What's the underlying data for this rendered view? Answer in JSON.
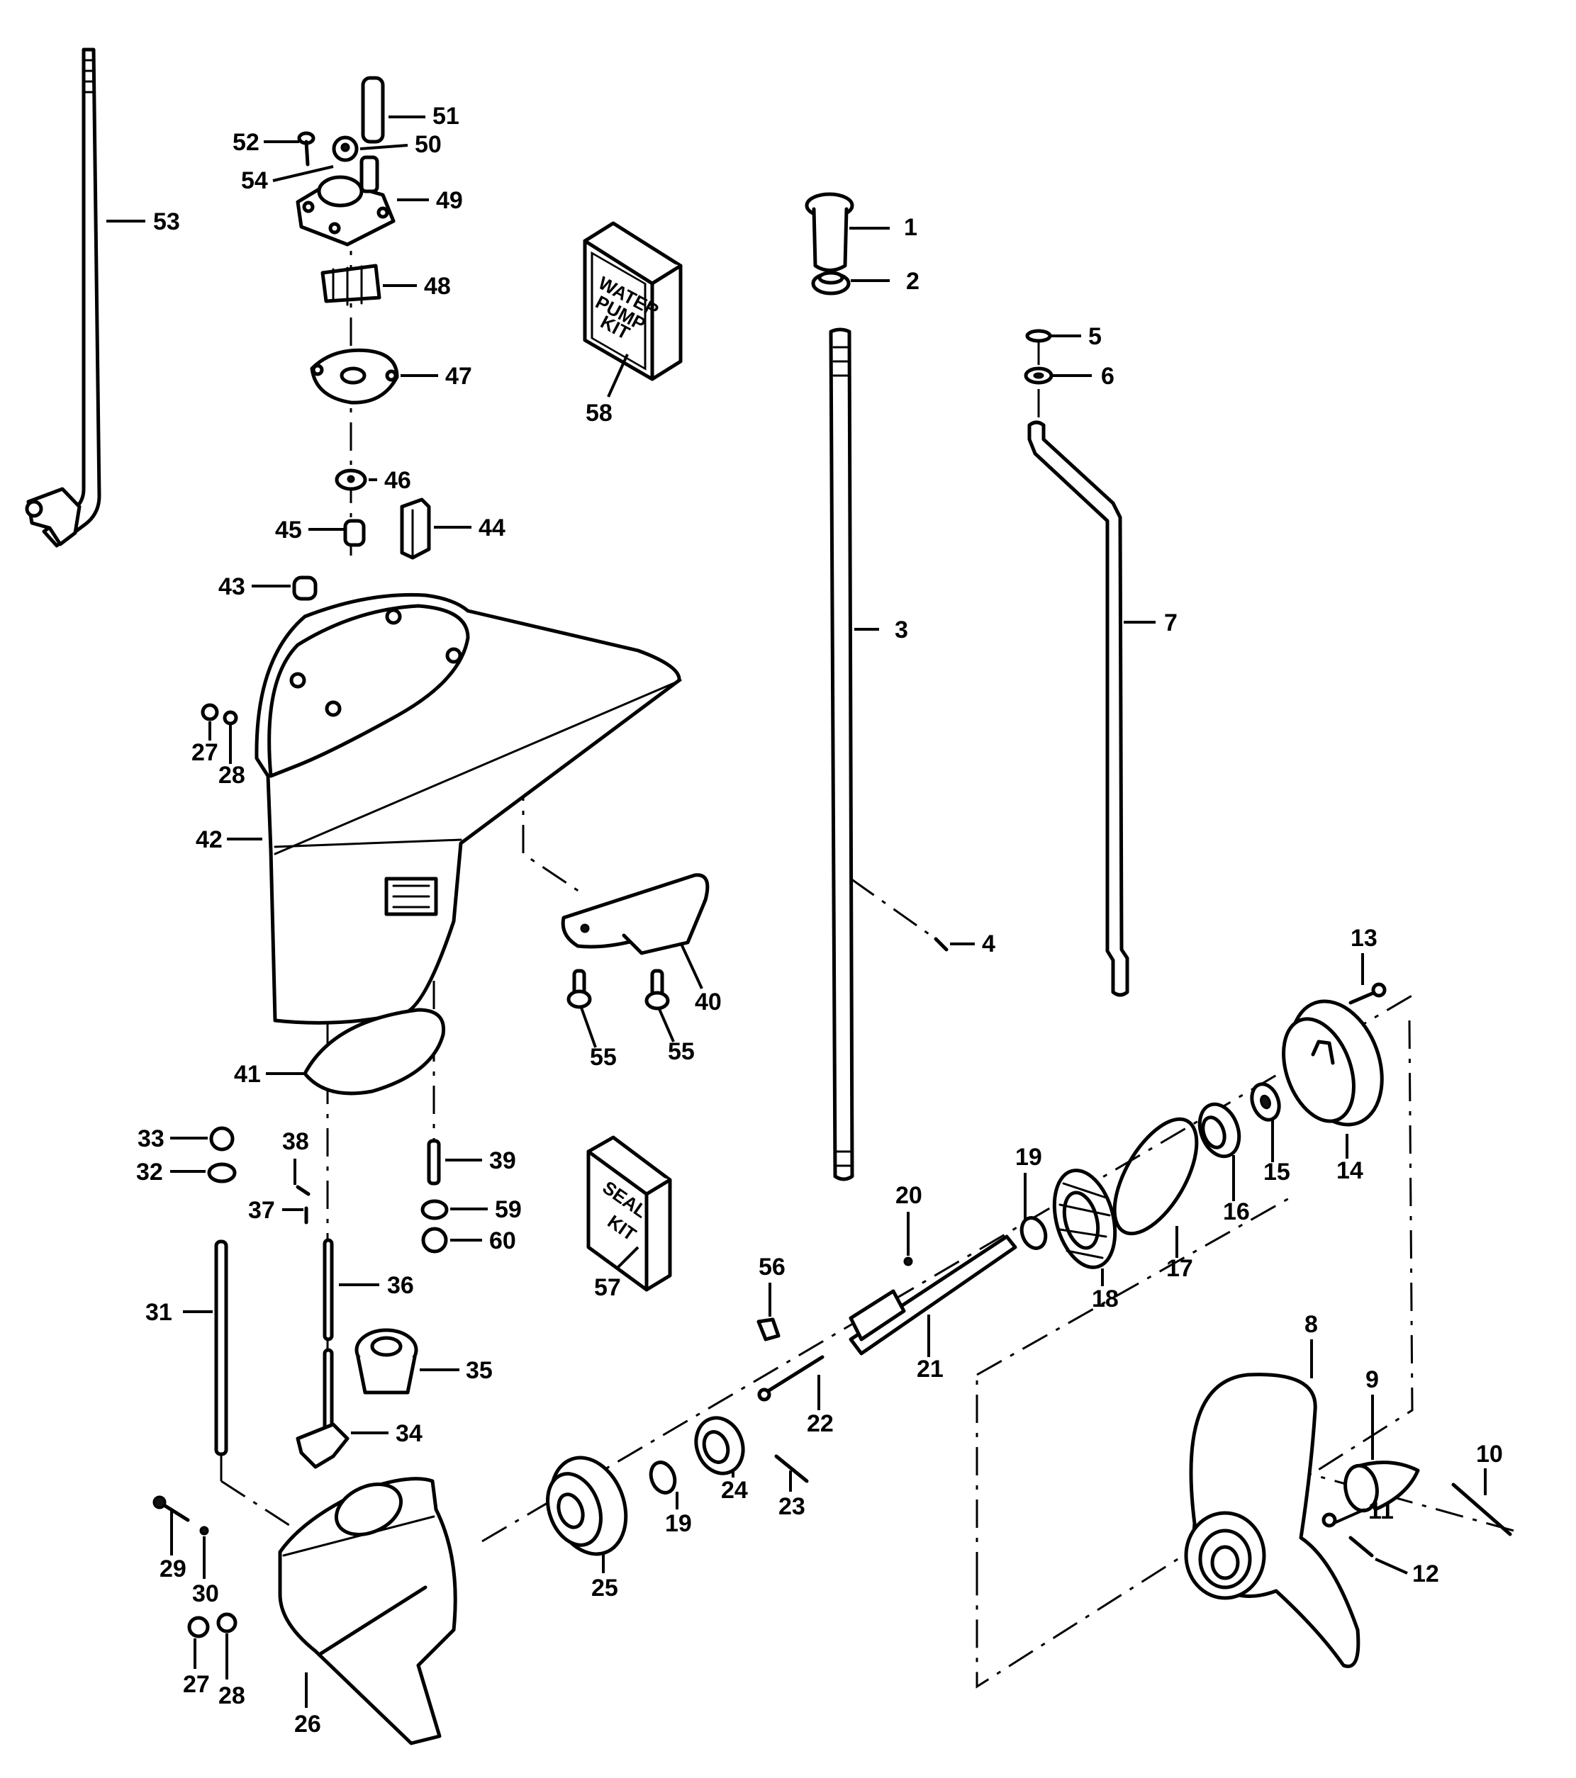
{
  "diagram": {
    "title": "Gearcase exploded parts diagram",
    "kits": {
      "water_pump_kit": {
        "lines": [
          "WATER",
          "PUMP",
          "KIT"
        ],
        "callout": "58"
      },
      "seal_kit": {
        "lines": [
          "SEAL",
          "KIT"
        ],
        "callout": "57"
      }
    },
    "callouts": [
      {
        "id": "1",
        "part": "grommet"
      },
      {
        "id": "2",
        "part": "seal"
      },
      {
        "id": "3",
        "part": "drive-shaft"
      },
      {
        "id": "4",
        "part": "pin"
      },
      {
        "id": "5",
        "part": "o-ring"
      },
      {
        "id": "6",
        "part": "washer"
      },
      {
        "id": "7",
        "part": "water-tube"
      },
      {
        "id": "8",
        "part": "propeller"
      },
      {
        "id": "9",
        "part": "prop-nut-cone"
      },
      {
        "id": "10",
        "part": "cotter-pin"
      },
      {
        "id": "11",
        "part": "washer"
      },
      {
        "id": "12",
        "part": "shear-pin"
      },
      {
        "id": "13",
        "part": "screw"
      },
      {
        "id": "14",
        "part": "bearing-housing"
      },
      {
        "id": "15",
        "part": "seal"
      },
      {
        "id": "16",
        "part": "bearing"
      },
      {
        "id": "17",
        "part": "o-ring"
      },
      {
        "id": "18",
        "part": "reverse-gear"
      },
      {
        "id": "19",
        "part": "thrust-washer"
      },
      {
        "id": "20",
        "part": "ball"
      },
      {
        "id": "21",
        "part": "propeller-shaft"
      },
      {
        "id": "22",
        "part": "shift-plunger"
      },
      {
        "id": "23",
        "part": "pin"
      },
      {
        "id": "24",
        "part": "clutch-dog"
      },
      {
        "id": "19",
        "part": "thrust-washer"
      },
      {
        "id": "25",
        "part": "forward-gear-bearing"
      },
      {
        "id": "26",
        "part": "gearcase"
      },
      {
        "id": "27",
        "part": "plug-screw"
      },
      {
        "id": "28",
        "part": "gasket"
      },
      {
        "id": "29",
        "part": "screw"
      },
      {
        "id": "30",
        "part": "washer"
      },
      {
        "id": "31",
        "part": "stud"
      },
      {
        "id": "32",
        "part": "washer"
      },
      {
        "id": "33",
        "part": "nut"
      },
      {
        "id": "34",
        "part": "shift-cam"
      },
      {
        "id": "35",
        "part": "pinion-gear"
      },
      {
        "id": "36",
        "part": "shift-rod"
      },
      {
        "id": "37",
        "part": "pin"
      },
      {
        "id": "38",
        "part": "screw"
      },
      {
        "id": "39",
        "part": "stud"
      },
      {
        "id": "59",
        "part": "washer"
      },
      {
        "id": "60",
        "part": "nut"
      },
      {
        "id": "40",
        "part": "trim-tab"
      },
      {
        "id": "41",
        "part": "gasket"
      },
      {
        "id": "42",
        "part": "exhaust-housing"
      },
      {
        "id": "43",
        "part": "bushing"
      },
      {
        "id": "44",
        "part": "connector"
      },
      {
        "id": "45",
        "part": "bushing"
      },
      {
        "id": "46",
        "part": "seal"
      },
      {
        "id": "47",
        "part": "plate"
      },
      {
        "id": "48",
        "part": "impeller"
      },
      {
        "id": "49",
        "part": "pump-housing"
      },
      {
        "id": "50",
        "part": "grommet"
      },
      {
        "id": "51",
        "part": "tube"
      },
      {
        "id": "52",
        "part": "screw"
      },
      {
        "id": "53",
        "part": "shift-lever-rod"
      },
      {
        "id": "54",
        "part": "grommet"
      },
      {
        "id": "55",
        "part": "screw"
      },
      {
        "id": "55",
        "part": "screw"
      },
      {
        "id": "56",
        "part": "retainer"
      },
      {
        "id": "57",
        "part": "seal-kit"
      },
      {
        "id": "58",
        "part": "water-pump-kit"
      },
      {
        "id": "27",
        "part": "plug-screw"
      },
      {
        "id": "28",
        "part": "gasket"
      }
    ]
  }
}
